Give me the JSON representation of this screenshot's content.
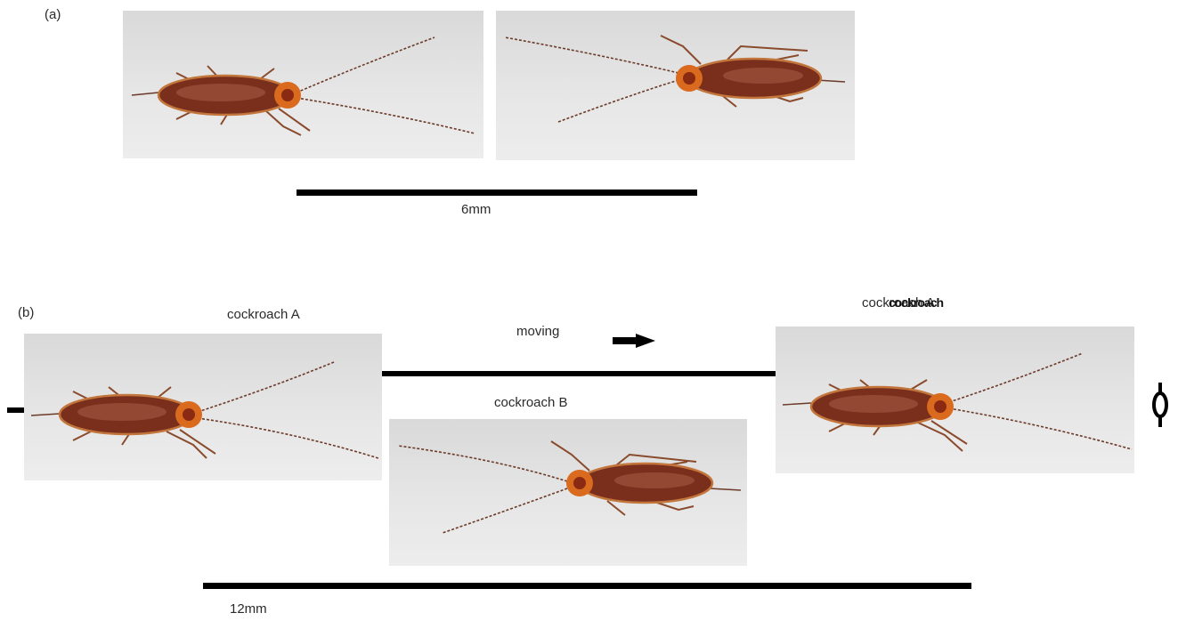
{
  "panel_a": {
    "label": "(a)",
    "scale_label": "6mm"
  },
  "panel_b": {
    "label": "(b)",
    "left_caption": "cockroach A",
    "middle_caption": "cockroach B",
    "right_caption": "cockroach A",
    "right_caption_overlap": "coсkroach",
    "moving_label": "moving",
    "scale_label": "12mm"
  },
  "colors": {
    "background": "#ffffff",
    "photo_background": "#e3e3e3",
    "scale_bar": "#000000",
    "body": "#7a2e1c",
    "head": "#d96a1e"
  },
  "icons": [
    "arrow-right-icon",
    "dash-mark-icon",
    "rotation-icon"
  ]
}
